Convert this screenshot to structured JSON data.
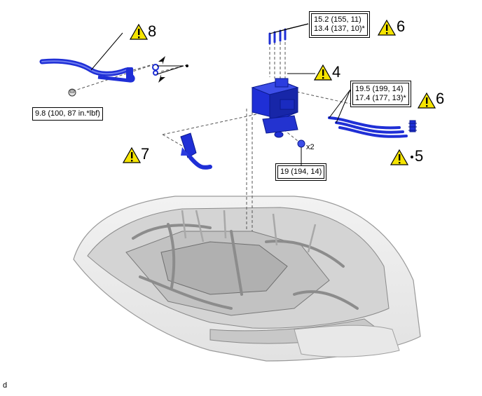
{
  "callouts": {
    "item8": "8",
    "item4": "4",
    "item6_top": "6",
    "item6_right": "6",
    "item7": "7",
    "item5": "5"
  },
  "torques": {
    "bolt_8": "9.8 (100, 87 in.*lbf)",
    "top_line1": "15.2 (155, 11)",
    "top_line2": "13.4 (137, 10)*",
    "right_line1": "19.5 (199, 14)",
    "right_line2": "17.4 (177, 13)*",
    "bracket": "19 (194, 14)"
  },
  "quantity": "x2",
  "figure_code": "d",
  "colors": {
    "part_blue": "#1f2fd6",
    "part_dark": "#0b1a8c",
    "warning_yellow": "#f5e400",
    "engine_gray": "#b8b8b8"
  }
}
